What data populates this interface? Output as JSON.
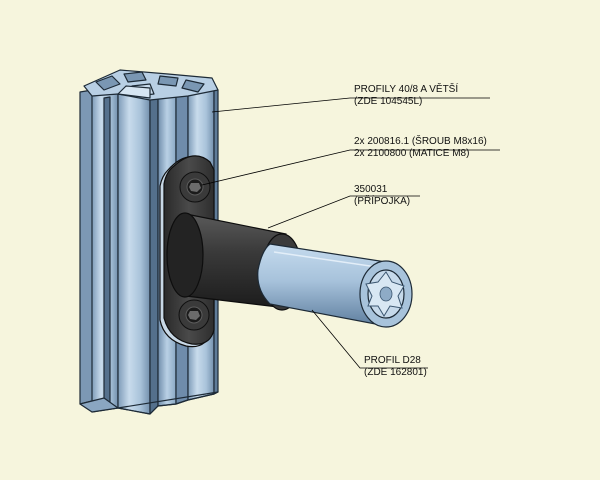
{
  "callouts": {
    "profile_4080": {
      "line1": "PROFILY 40/8 A VĚTŠÍ",
      "line2": "(ZDE 104545L)"
    },
    "screws": {
      "line1": "2x 200816.1 (ŠROUB M8x16)",
      "line2": "2x 2100800 (MATICE M8)"
    },
    "connector": {
      "line1": "350031",
      "line2": "(PŘÍPOJKA)"
    },
    "tube": {
      "line1": "PROFIL D28",
      "line2": "(ZDE 162801)"
    }
  },
  "colors": {
    "background": "#f6f5dd",
    "aluminium_light": "#c9dced",
    "aluminium_mid": "#9fbcd6",
    "aluminium_dark": "#6f8fae",
    "connector_black": "#2b2b2b",
    "leader": "#000000"
  }
}
